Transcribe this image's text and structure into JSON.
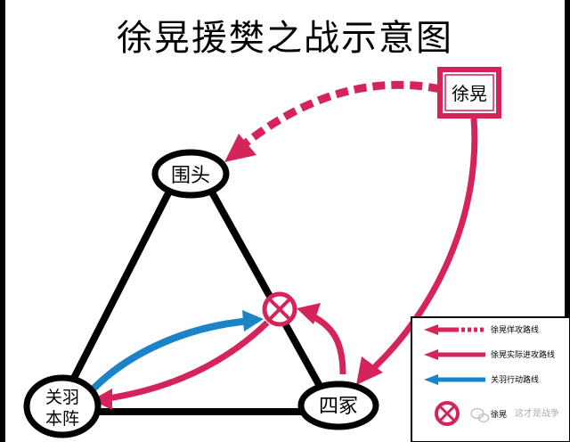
{
  "title": "徐晃援樊之战示意图",
  "nodes": {
    "xu_huang": "徐晃",
    "weitou": "围头",
    "sizhong": "四冢",
    "guanyu_line1": "关羽",
    "guanyu_line2": "本阵"
  },
  "legend": {
    "feint_route": "徐晃佯攻路线",
    "actual_route": "徐晃实际进攻路线",
    "guanyu_route": "关羽行动路线",
    "defeat_partial": "徐晃",
    "watermark": "这才是战争"
  },
  "colors": {
    "crimson": "#d4245a",
    "blue": "#1c84c6",
    "black": "#000000"
  },
  "icons": {
    "battle_marker": "crossed-circle-icon",
    "watermark_logo": "wechat-logo-icon"
  }
}
